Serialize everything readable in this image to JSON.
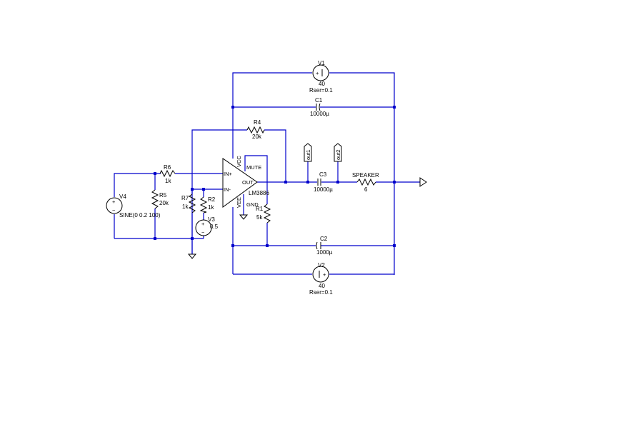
{
  "colors": {
    "wire": "#0000cc",
    "component": "#000000",
    "background": "#ffffff"
  },
  "components": {
    "V1": {
      "name": "V1",
      "value": "40",
      "param": "Rser=0.1"
    },
    "V2": {
      "name": "V2",
      "value": "40",
      "param": "Rser=0.1"
    },
    "V3": {
      "name": "V3",
      "value": "0.5"
    },
    "V4": {
      "name": "V4",
      "value": "SINE(0 0.2 100)"
    },
    "C1": {
      "name": "C1",
      "value": "10000µ"
    },
    "C2": {
      "name": "C2",
      "value": "1000µ"
    },
    "C3": {
      "name": "C3",
      "value": "10000µ"
    },
    "R1": {
      "name": "R1",
      "value": "5k"
    },
    "R2": {
      "name": "R2",
      "value": "1k"
    },
    "R4": {
      "name": "R4",
      "value": "20k"
    },
    "R5": {
      "name": "R5",
      "value": "20k"
    },
    "R6": {
      "name": "R6",
      "value": "1k"
    },
    "R7": {
      "name": "R7",
      "value": "1k"
    },
    "speaker": {
      "name": "SPEAKER",
      "value": "6"
    },
    "opamp": {
      "part": "LM3886",
      "pin_in_plus": "IN+",
      "pin_in_minus": "IN-",
      "pin_out": "OUT",
      "pin_mute": "MUTE",
      "pin_gnd": "GND",
      "pin_vcc": "VCC",
      "pin_vee": "VEE"
    }
  },
  "net_labels": {
    "out1": "out1",
    "out2": "out2"
  },
  "source_signs": {
    "plus": "+",
    "minus": "−"
  }
}
